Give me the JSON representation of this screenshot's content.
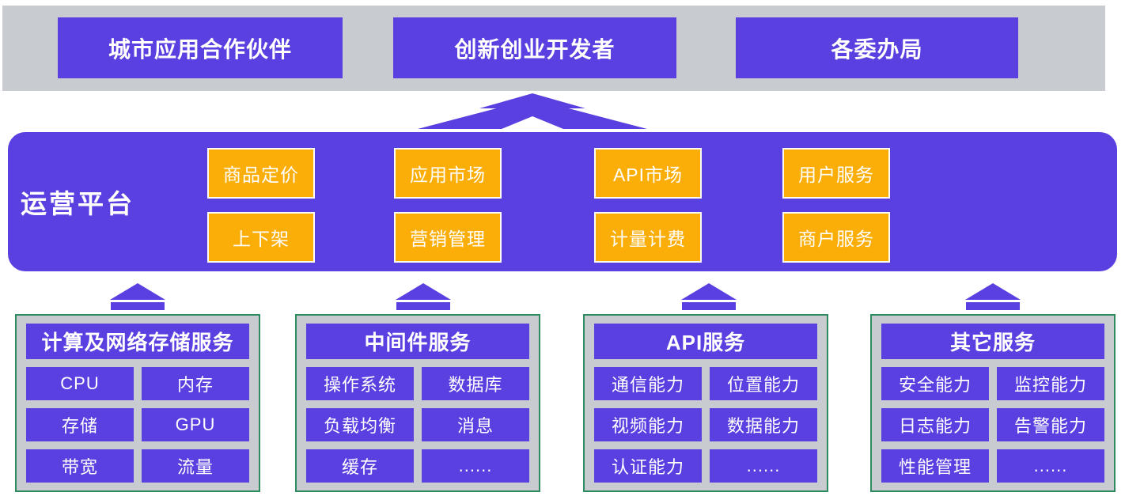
{
  "colors": {
    "purple": "#5A40E0",
    "orange": "#FBAE08",
    "gray_band": "#C8CBCF",
    "green_border": "#2E8B5F",
    "text": "#FFFFFF"
  },
  "icons": {
    "up-arrow": "▲ block arrow pointing up"
  },
  "top_band": {
    "items": [
      {
        "label": "城市应用合作伙伴"
      },
      {
        "label": "创新创业开发者"
      },
      {
        "label": "各委办局"
      }
    ]
  },
  "platform": {
    "title": "运营平台",
    "top_row": [
      "商品定价",
      "应用市场",
      "API市场",
      "用户服务"
    ],
    "bottom_row": [
      "上下架",
      "营销管理",
      "计量计费",
      "商户服务"
    ]
  },
  "service_groups": [
    {
      "title": "计算及网络存储服务",
      "cells": [
        "CPU",
        "内存",
        "存储",
        "GPU",
        "带宽",
        "流量"
      ]
    },
    {
      "title": "中间件服务",
      "cells": [
        "操作系统",
        "数据库",
        "负载均衡",
        "消息",
        "缓存",
        "......"
      ]
    },
    {
      "title": "API服务",
      "cells": [
        "通信能力",
        "位置能力",
        "视频能力",
        "数据能力",
        "认证能力",
        "......"
      ]
    },
    {
      "title": "其它服务",
      "cells": [
        "安全能力",
        "监控能力",
        "日志能力",
        "告警能力",
        "性能管理",
        "......"
      ]
    }
  ]
}
